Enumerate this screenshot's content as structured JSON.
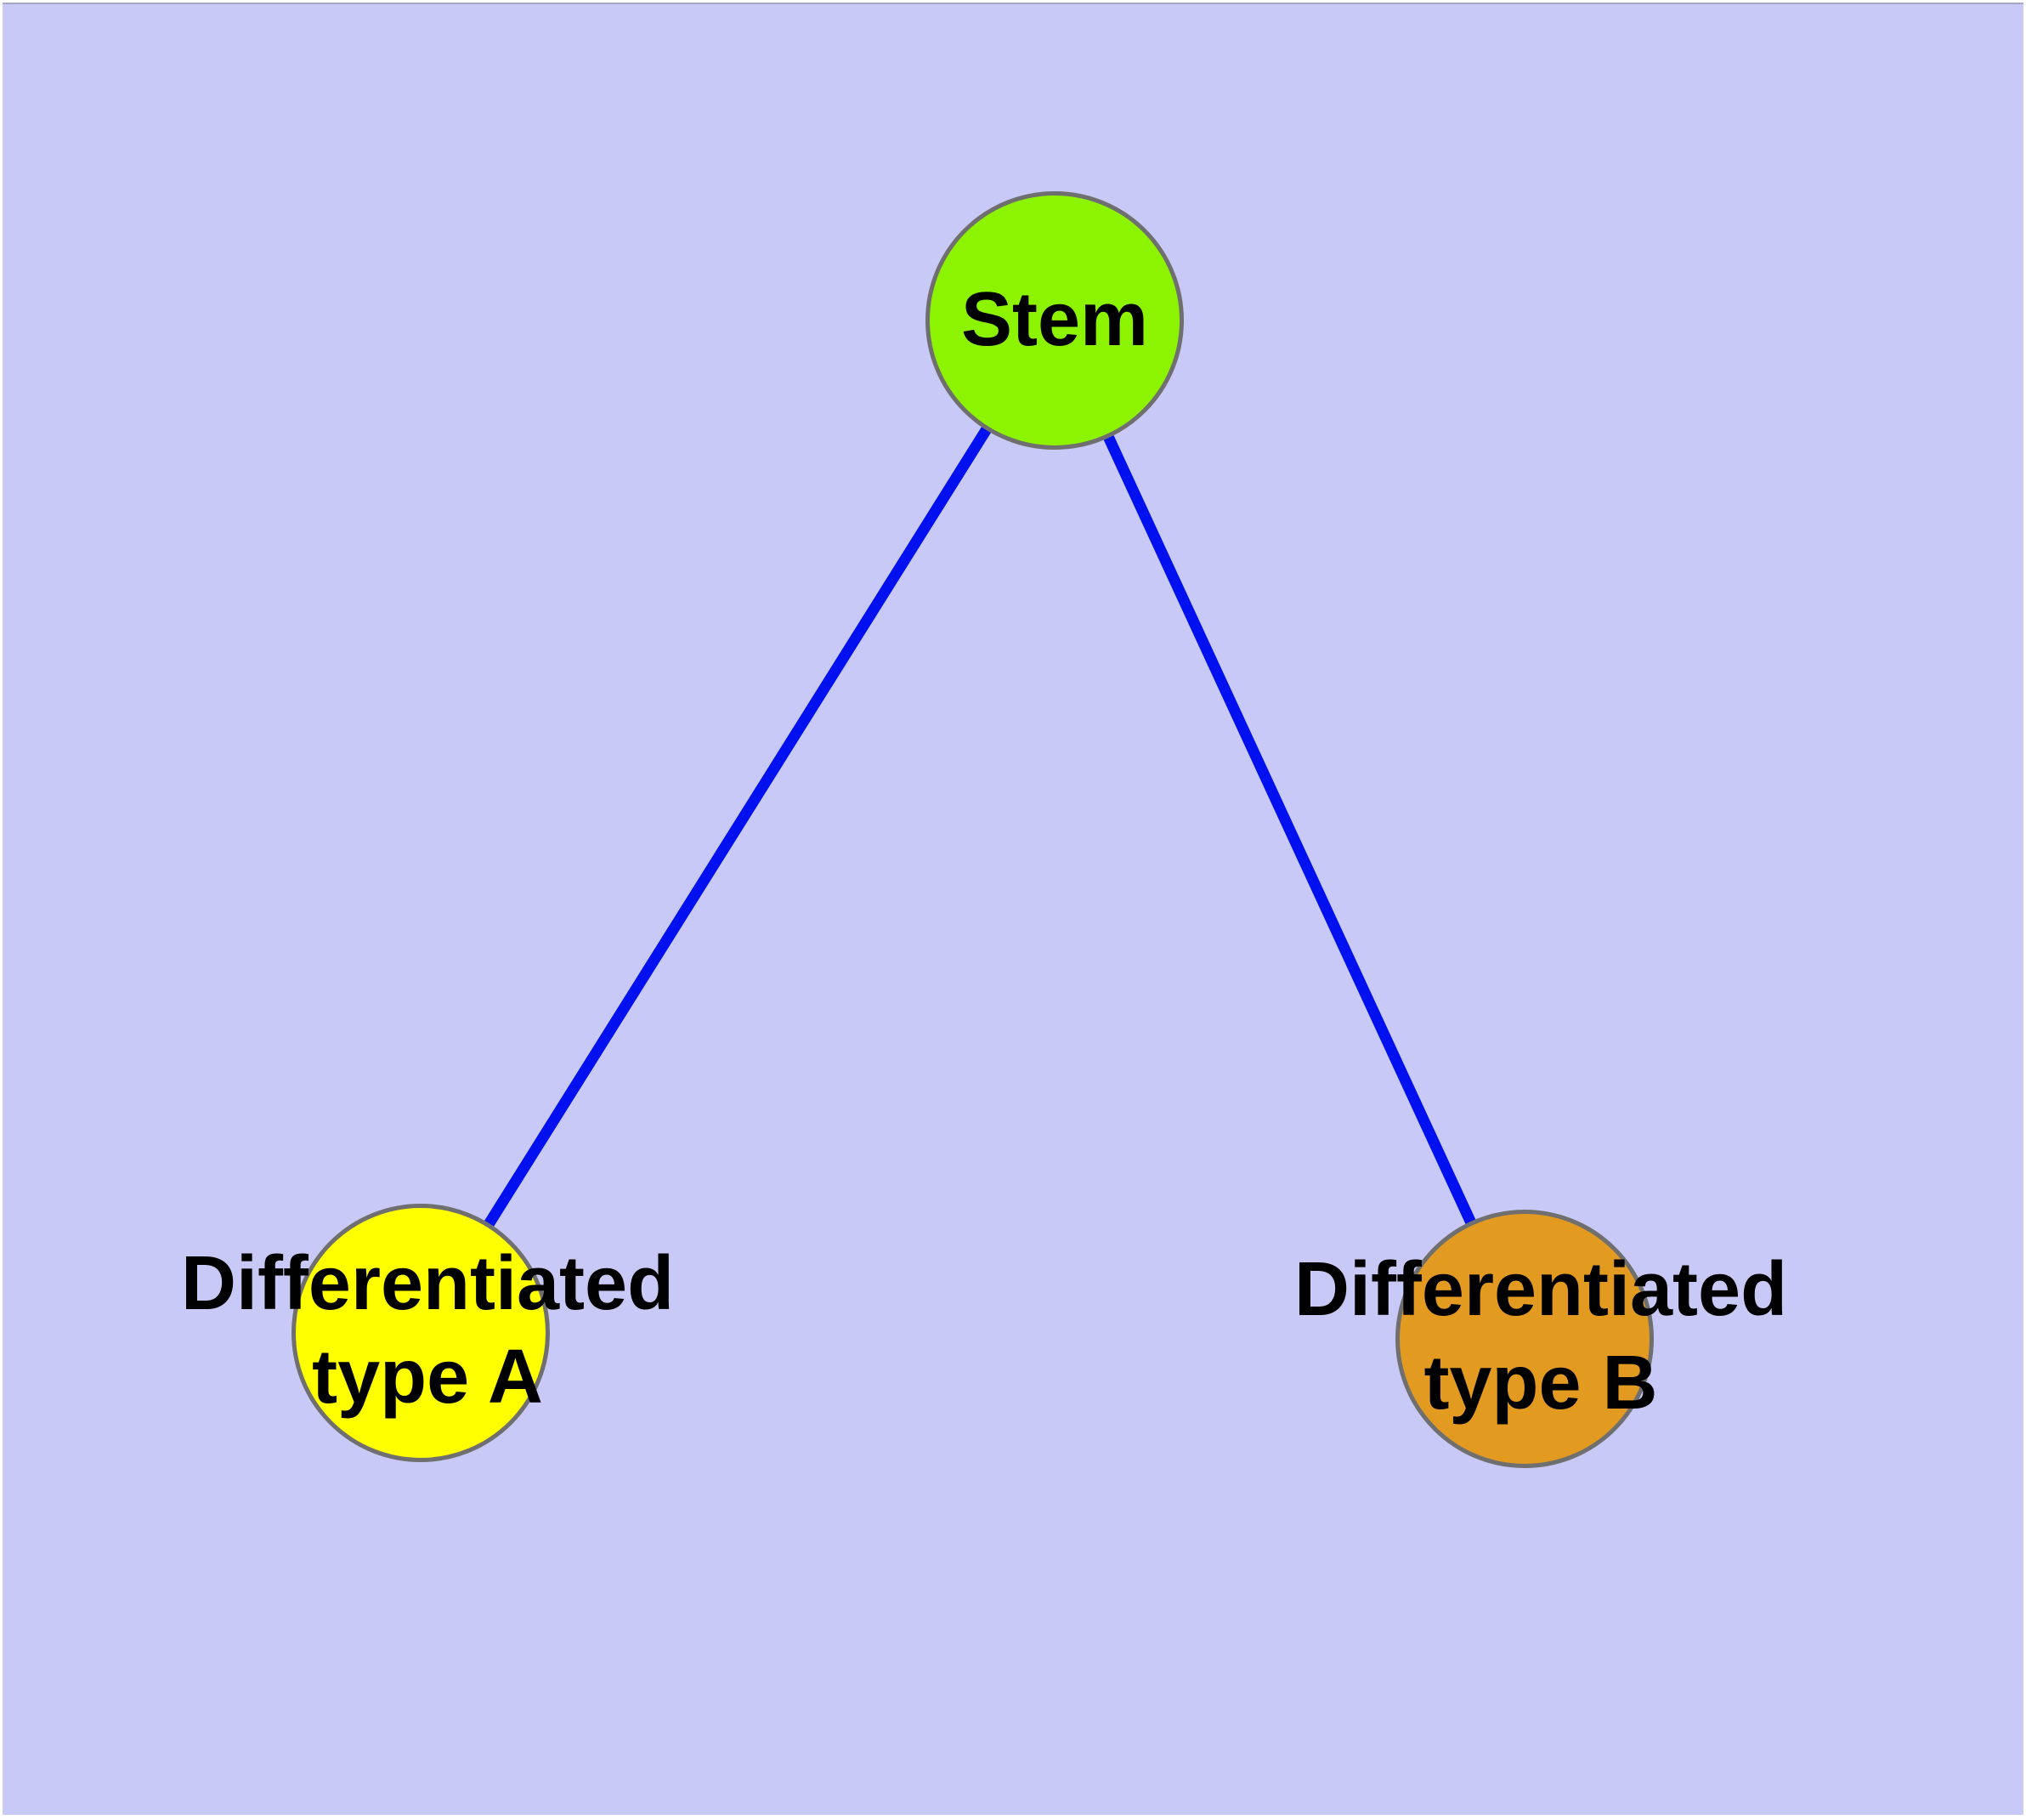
{
  "diagram": {
    "title": "",
    "background_color": "#c9c9f7",
    "frame_color": "#ffffff",
    "node_border_color": "#6f6f6f",
    "label_color": "#000000",
    "edge_color": "#0010ee",
    "nodes": [
      {
        "id": "stem",
        "label": "Stem",
        "line1": "Stem",
        "line2": "",
        "color": "#8cf400"
      },
      {
        "id": "type-a",
        "label": "Differentiated type A",
        "line1": "Differentiated",
        "line2": "type A",
        "color": "#ffff00"
      },
      {
        "id": "type-b",
        "label": "Differentiated type B",
        "line1": "Differentiated",
        "line2": "type B",
        "color": "#e29a20"
      }
    ],
    "edges": [
      {
        "from": "Stem",
        "to": "Differentiated type A"
      },
      {
        "from": "Stem",
        "to": "Differentiated type B"
      }
    ]
  }
}
